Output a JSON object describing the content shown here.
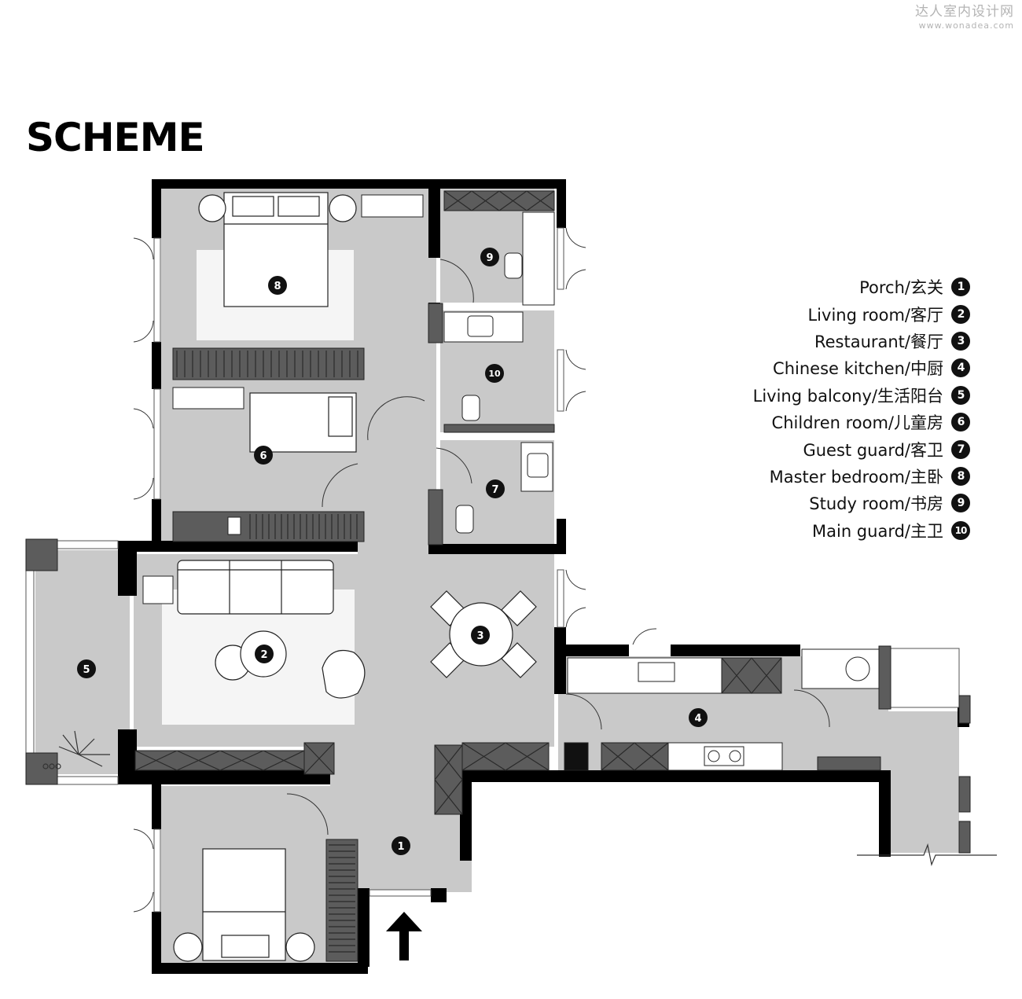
{
  "watermark": {
    "line1": "达人室内设计网",
    "line2": "www.wonadea.com"
  },
  "title": "SCHEME",
  "legend": [
    {
      "label": "Porch/玄关",
      "num": "1"
    },
    {
      "label": "Living room/客厅",
      "num": "2"
    },
    {
      "label": "Restaurant/餐厅",
      "num": "3"
    },
    {
      "label": "Chinese kitchen/中厨",
      "num": "4"
    },
    {
      "label": "Living balcony/生活阳台",
      "num": "5"
    },
    {
      "label": "Children room/儿童房",
      "num": "6"
    },
    {
      "label": "Guest guard/客卫",
      "num": "7"
    },
    {
      "label": "Master bedroom/主卧",
      "num": "8"
    },
    {
      "label": "Study room/书房",
      "num": "9"
    },
    {
      "label": "Main guard/主卫",
      "num": "10"
    }
  ],
  "plan_markers": [
    "1",
    "2",
    "3",
    "4",
    "5",
    "6",
    "7",
    "8",
    "9",
    "10"
  ],
  "colors": {
    "wall": "#000000",
    "floor": "#c9c9c9",
    "rug": "#f5f5f5",
    "cabinet": "#5c5c5c",
    "fixture": "#ffffff",
    "badge": "#111111"
  },
  "icons": [
    "entrance-arrow-icon",
    "plant-icon",
    "sink-icon",
    "stove-icon",
    "toilet-icon",
    "bed-icon",
    "sofa-icon",
    "round-table-icon"
  ]
}
